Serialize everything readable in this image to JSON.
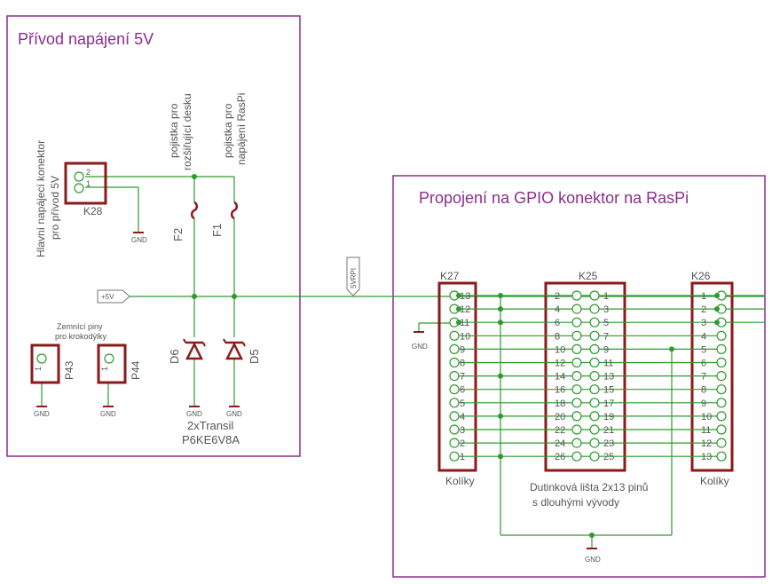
{
  "frames": {
    "power": {
      "title": "Přívod napájení 5V"
    },
    "gpio": {
      "title": "Propojení na GPIO konektor na RasPi"
    }
  },
  "power": {
    "main_connector_label_line1": "Hlavní napájecí konektor",
    "main_connector_label_line2": "pro přívod 5V",
    "k28": {
      "name": "K28",
      "pins": [
        "2",
        "1"
      ]
    },
    "fuse_ext_label_line1": "pojistka pro",
    "fuse_ext_label_line2": "rozšiřující desku",
    "fuse_pi_label_line1": "pojistka pro",
    "fuse_pi_label_line2": "napájení RasPi",
    "f2": "F2",
    "f1": "F1",
    "plus5v": "+5V",
    "d6": "D6",
    "d5": "D5",
    "transil_line1": "2xTransil",
    "transil_line2": "P6KE6V8A",
    "test_pins_line1": "Zemnící piny",
    "test_pins_line2": "pro krokodýlky",
    "p43": {
      "name": "P43",
      "pin": "1"
    },
    "p44": {
      "name": "P44",
      "pin": "1"
    },
    "gnd": "GND"
  },
  "gpio": {
    "net_label": "5VRPI",
    "k27": {
      "name": "K27",
      "pins": [
        "13",
        "12",
        "11",
        "10",
        "9",
        "8",
        "7",
        "6",
        "5",
        "4",
        "3",
        "2",
        "1"
      ],
      "caption": "Kolíky"
    },
    "k25": {
      "name": "K25",
      "left_pins": [
        "2",
        "4",
        "6",
        "8",
        "10",
        "12",
        "14",
        "16",
        "18",
        "20",
        "22",
        "24",
        "26"
      ],
      "right_pins": [
        "1",
        "3",
        "5",
        "7",
        "9",
        "11",
        "13",
        "15",
        "17",
        "19",
        "21",
        "23",
        "25"
      ],
      "caption_line1": "Dutinková lišta 2x13 pinů",
      "caption_line2": "s dlouhými vývody"
    },
    "k26": {
      "name": "K26",
      "pins": [
        "1",
        "2",
        "3",
        "4",
        "5",
        "6",
        "7",
        "8",
        "9",
        "10",
        "11",
        "12",
        "13"
      ],
      "caption": "Kolíky"
    },
    "gnd": "GND"
  },
  "colors": {
    "frame": "#8c2e8c",
    "wire": "#2e9a2e",
    "part": "#8b1a1a",
    "text": "#555555"
  }
}
